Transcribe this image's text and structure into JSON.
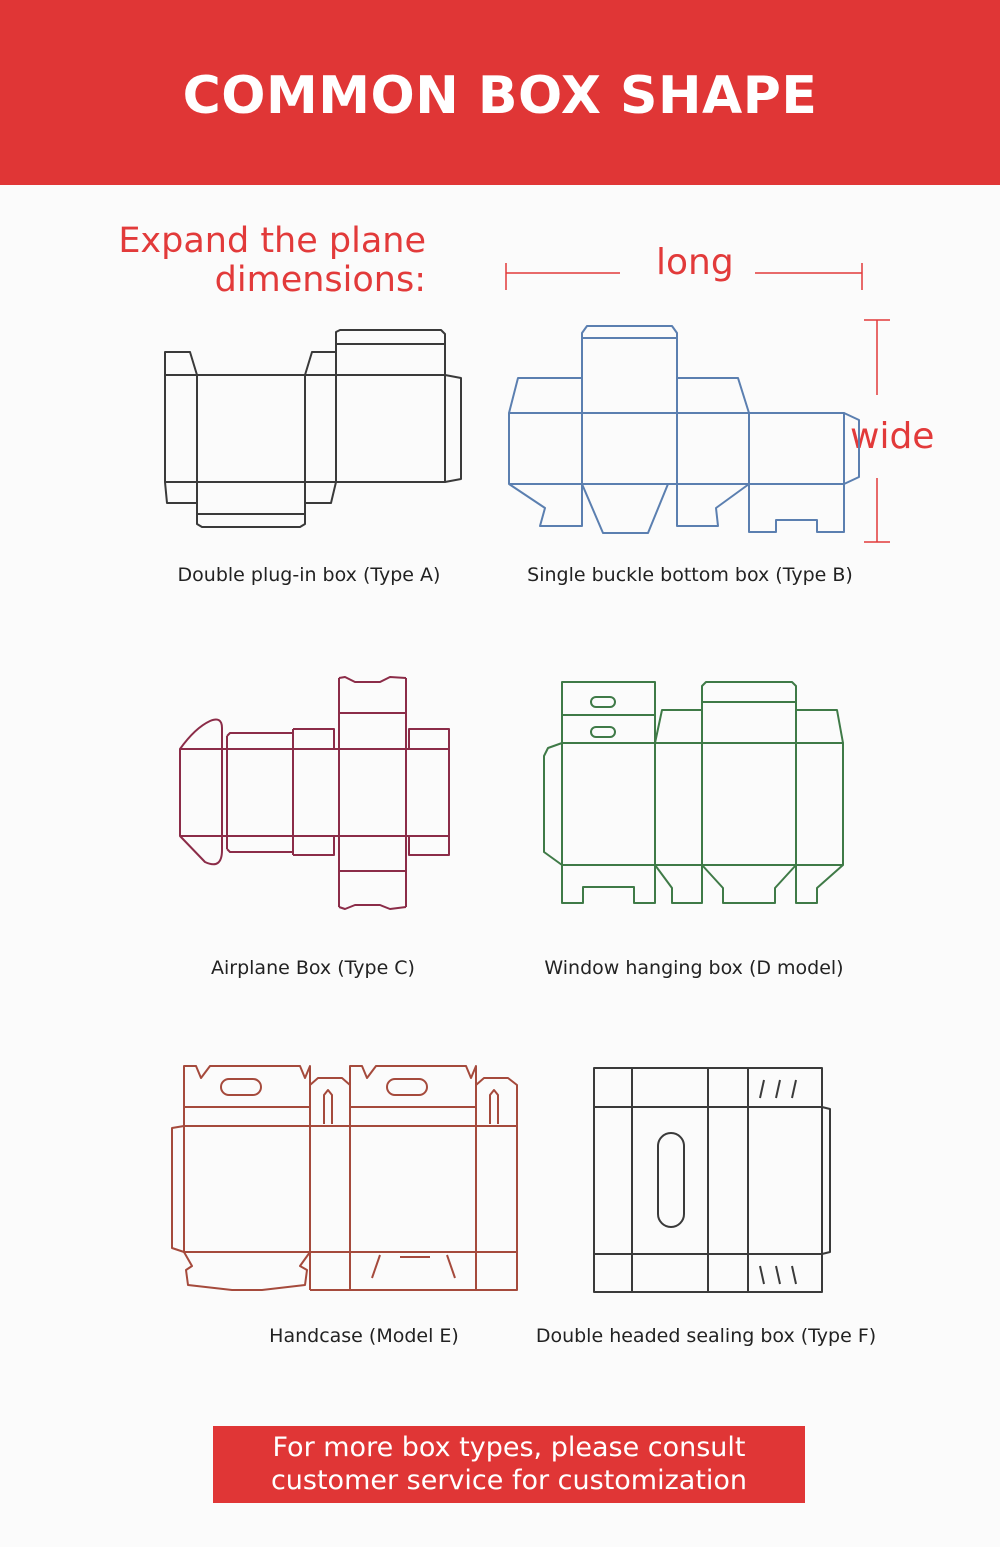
{
  "header": {
    "title": "COMMON BOX SHAPE"
  },
  "dimensions": {
    "intro": "Expand the plane\ndimensions:",
    "long_label": "long",
    "wide_label": "wide"
  },
  "boxes": [
    {
      "caption": "Double plug-in box (Type A)",
      "color": "#3a3a3a"
    },
    {
      "caption": "Single buckle bottom box (Type B)",
      "color": "#5b7fb0"
    },
    {
      "caption": "Airplane Box (Type C)",
      "color": "#8b2c48"
    },
    {
      "caption": "Window hanging box (D model)",
      "color": "#3f7a47"
    },
    {
      "caption": "Handcase (Model E)",
      "color": "#a54a3c"
    },
    {
      "caption": "Double headed sealing box (Type F)",
      "color": "#3a3a3a"
    }
  ],
  "footer": {
    "line1": "For more box types, please consult",
    "line2": "customer service for customization"
  },
  "colors": {
    "brand_red": "#e03636"
  }
}
